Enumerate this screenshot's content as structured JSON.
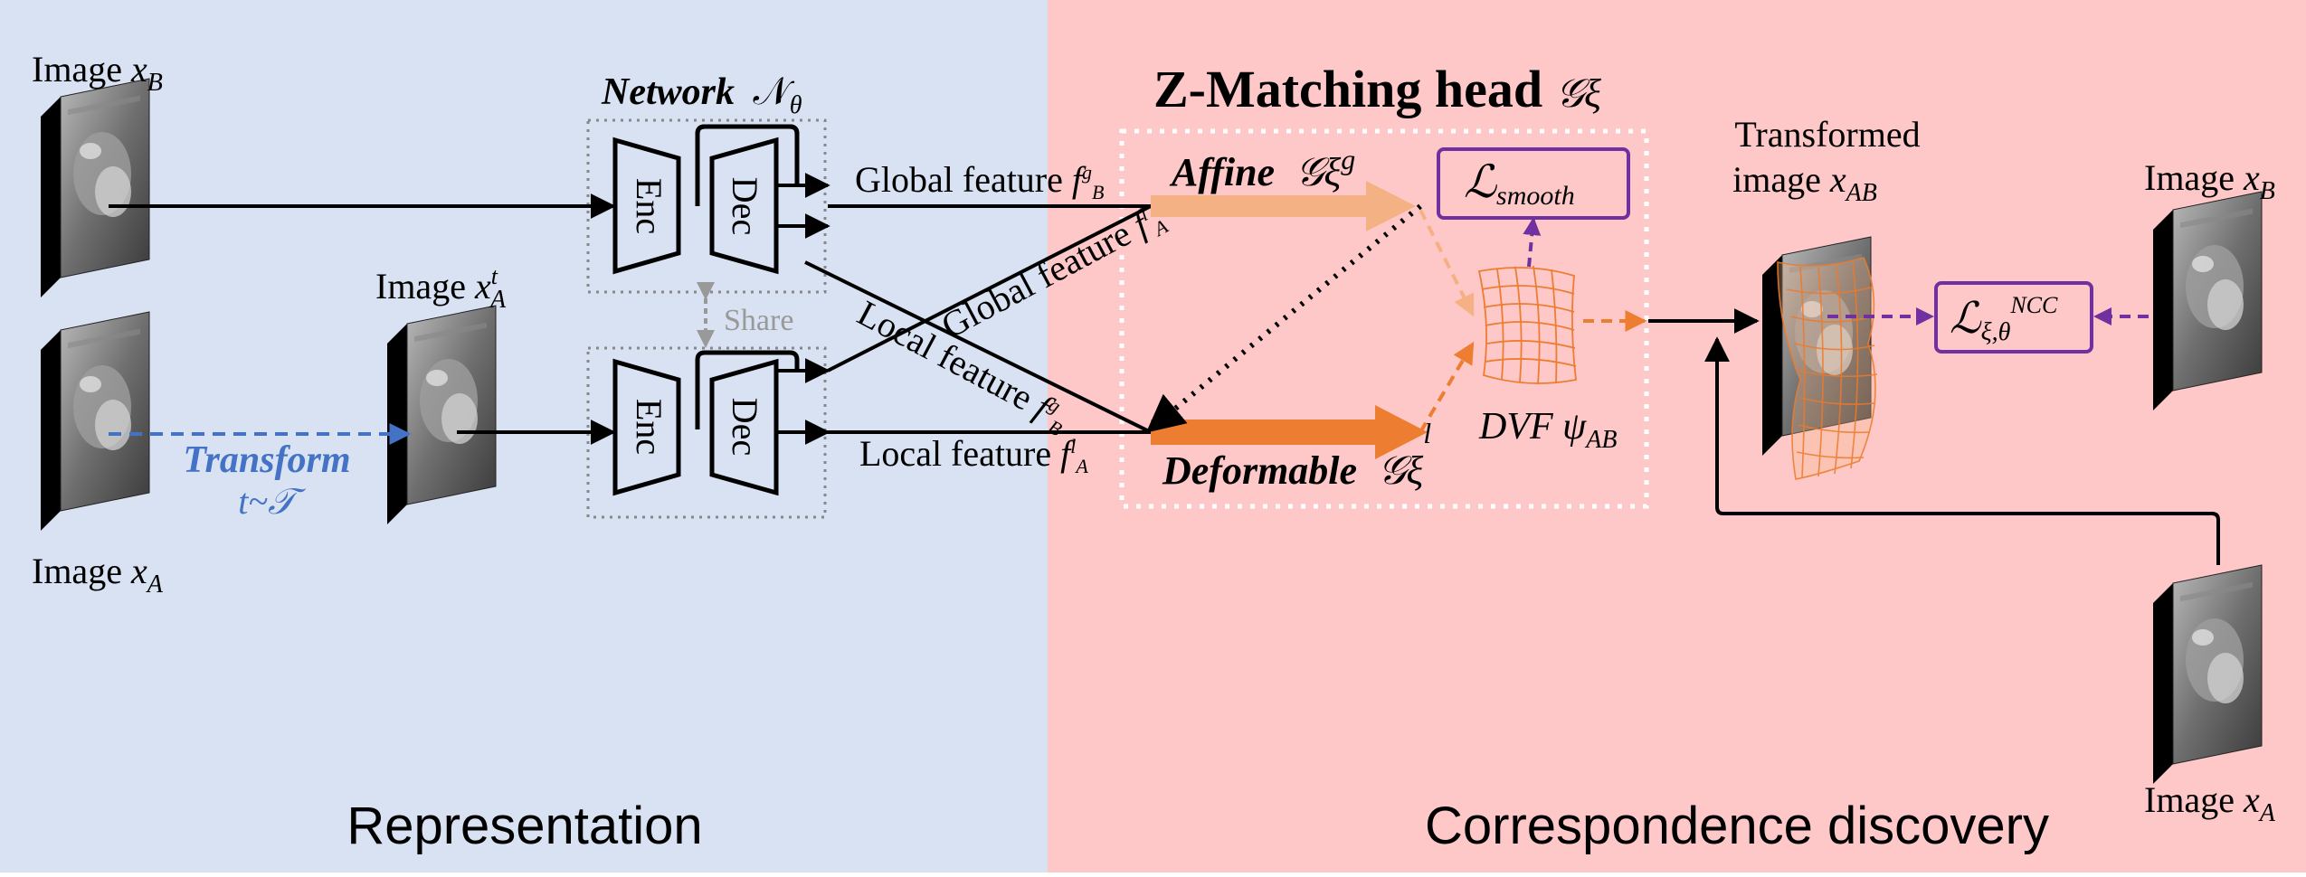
{
  "regions": {
    "left_title": "Representation",
    "right_title": "Correspondence discovery"
  },
  "images": {
    "xB_left": {
      "prefix": "Image ",
      "var": "x",
      "sub": "B"
    },
    "xA_left": {
      "prefix": "Image ",
      "var": "x",
      "sub": "A"
    },
    "xtA": {
      "prefix": "Image ",
      "var": "x",
      "sup": "t",
      "sub": "A"
    },
    "xB_right": {
      "prefix": "Image ",
      "var": "x",
      "sub": "B"
    },
    "xA_right": {
      "prefix": "Image ",
      "var": "x",
      "sub": "A"
    },
    "transformed_line1": "Transformed",
    "transformed_line2": "image ",
    "transformed_var": "x",
    "transformed_sub": "AB"
  },
  "transform": {
    "label": "Transform",
    "formula": "t~𝒯"
  },
  "network": {
    "title": "Network",
    "symbol": "𝒩",
    "sub": "θ",
    "enc": "Enc",
    "dec": "Dec",
    "share": "Share"
  },
  "features": {
    "global_B": {
      "text": "Global feature ",
      "var": "f",
      "sup": "g",
      "sub": "B"
    },
    "global_A": {
      "text": "Global feature ",
      "var": "f",
      "sup": "l",
      "sub": "A"
    },
    "local_B": {
      "text": "Local feature ",
      "var": "f",
      "sup": "g",
      "sub": "B"
    },
    "local_A": {
      "text": "Local feature ",
      "var": "f",
      "sup": "l",
      "sub": "A"
    }
  },
  "head": {
    "title": "Z-Matching head ",
    "symbol": "𝒢ξ",
    "affine": "Affine",
    "affine_sym": "𝒢ξ",
    "affine_sup": "g",
    "deformable": "Deformable",
    "deformable_sym": "𝒢ξ",
    "deformable_sup": "l",
    "smooth_loss": "ℒ",
    "smooth_sub": "smooth",
    "dvf": "DVF ",
    "dvf_sym": "ψ",
    "dvf_sub": "AB"
  },
  "ncc_loss": {
    "symbol": "ℒ",
    "sub": "ξ,θ",
    "sup": "NCC"
  },
  "colors": {
    "left_bg": "#d8e2f2",
    "right_bg": "#fdc8c7",
    "blue": "#4472c4",
    "purple": "#7030a0",
    "orange": "#ed7d31",
    "light_orange": "#f4b183",
    "gray": "#808080"
  }
}
